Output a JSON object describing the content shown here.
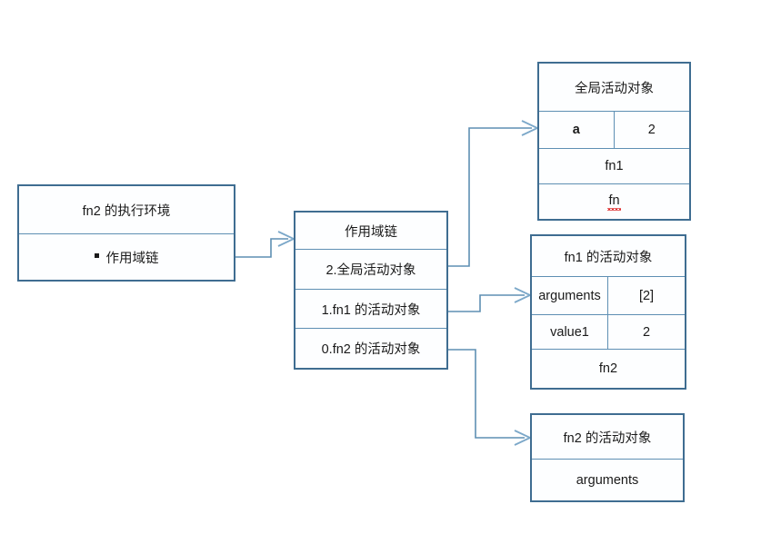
{
  "diagram": {
    "title_hidden": "",
    "colors": {
      "box_border": "#3f6d91",
      "divider": "#5e8fb3",
      "connector": "#5e8fb3",
      "arrow_head": "#6f9fc4",
      "text": "#1a1a1a",
      "spellcheck_underline": "#e03030",
      "background": "#ffffff"
    },
    "boxes": {
      "execution_context": {
        "header": "fn2 的执行环境",
        "items": [
          {
            "bullet": true,
            "label": "作用域链"
          }
        ]
      },
      "scope_chain": {
        "header": "作用域链",
        "rows": [
          {
            "label": "2.全局活动对象"
          },
          {
            "label": "1.fn1 的活动对象"
          },
          {
            "label": "0.fn2 的活动对象"
          }
        ]
      },
      "global_activation_object": {
        "header": "全局活动对象",
        "rows": [
          {
            "type": "pair",
            "key": "a",
            "value": "2"
          },
          {
            "type": "single",
            "label": "fn1"
          },
          {
            "type": "single",
            "label": "fn",
            "misspelled": true
          }
        ]
      },
      "fn1_activation_object": {
        "header": "fn1 的活动对象",
        "rows": [
          {
            "type": "pair",
            "key": "arguments",
            "value": "[2]"
          },
          {
            "type": "pair",
            "key": "value1",
            "value": "2"
          },
          {
            "type": "single",
            "label": "fn2"
          }
        ]
      },
      "fn2_activation_object": {
        "header": "fn2 的活动对象",
        "rows": [
          {
            "type": "single",
            "label": "arguments"
          }
        ]
      }
    },
    "connectors": [
      {
        "name": "exec-context-to-scope-chain",
        "from": "execution_context",
        "to": "scope_chain"
      },
      {
        "name": "scope-row2-to-global-ao",
        "from": "scope_chain.row.2.全局活动对象",
        "to": "global_activation_object"
      },
      {
        "name": "scope-row1-to-fn1-ao",
        "from": "scope_chain.row.1.fn1 的活动对象",
        "to": "fn1_activation_object"
      },
      {
        "name": "scope-row0-to-fn2-ao",
        "from": "scope_chain.row.0.fn2 的活动对象",
        "to": "fn2_activation_object"
      }
    ]
  }
}
